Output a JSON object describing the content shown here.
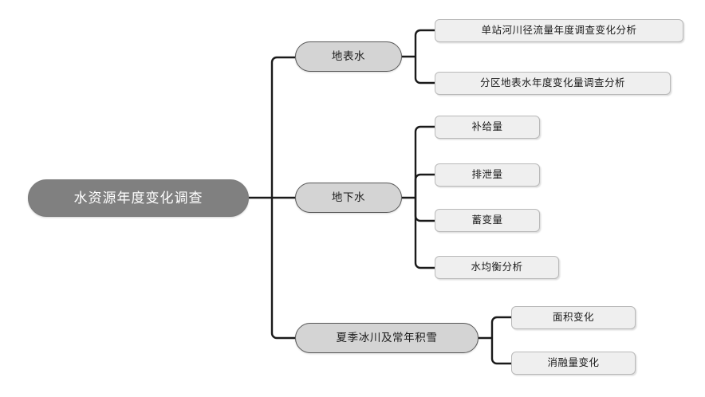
{
  "diagram": {
    "type": "mindmap-tree",
    "orientation": "left-to-right",
    "colors": {
      "root_fill": "#808080",
      "root_text": "#ffffff",
      "level2_fill": "#d4d4d4",
      "level2_border": "#595959",
      "leaf_fill": "#efefef",
      "leaf_border": "#b9b9b9",
      "connector": "#1a1a1a",
      "background": "#ffffff"
    },
    "root": {
      "label": "水资源年度变化调查"
    },
    "branches": [
      {
        "label": "地表水",
        "children": [
          {
            "label": "单站河川径流量年度调查变化分析"
          },
          {
            "label": "分区地表水年度变化量调查分析"
          }
        ]
      },
      {
        "label": "地下水",
        "children": [
          {
            "label": "补给量"
          },
          {
            "label": "排泄量"
          },
          {
            "label": "蓄变量"
          },
          {
            "label": "水均衡分析"
          }
        ]
      },
      {
        "label": "夏季冰川及常年积雪",
        "children": [
          {
            "label": "面积变化"
          },
          {
            "label": "消融量变化"
          }
        ]
      }
    ]
  }
}
